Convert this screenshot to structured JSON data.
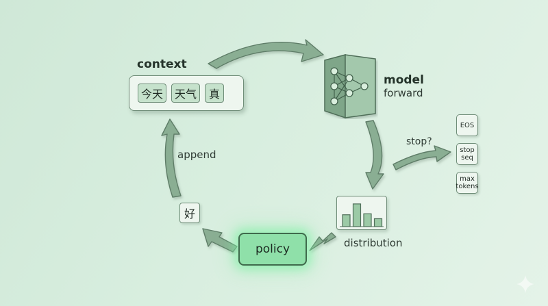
{
  "context": {
    "label": "context",
    "tokens": [
      "今天",
      "天气",
      "真"
    ]
  },
  "model": {
    "title": "model",
    "subtitle": "forward",
    "icon": "neural-network-icon"
  },
  "stop": {
    "label": "stop?",
    "options": [
      "EOS",
      "stop seq",
      "max tokens"
    ],
    "options_lines": [
      [
        "EOS"
      ],
      [
        "stop",
        "seq"
      ],
      [
        "max",
        "tokens"
      ]
    ]
  },
  "distribution": {
    "label": "distribution",
    "bars": [
      0.48,
      0.92,
      0.52,
      0.32
    ]
  },
  "policy": {
    "label": "policy"
  },
  "output": {
    "token": "好"
  },
  "append": {
    "label": "append"
  },
  "colors": {
    "arrow": "#8aae93",
    "arrow_stroke": "#5f7d68",
    "policy_fill": "#8fe0a9",
    "box_fill": "#eef6ef",
    "bar_fill": "#9ccaa6"
  }
}
